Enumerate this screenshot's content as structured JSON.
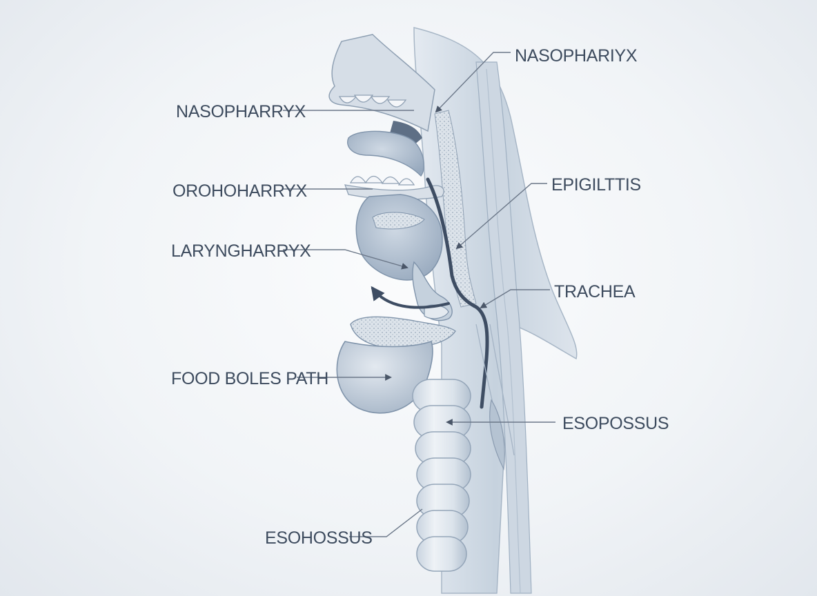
{
  "labels": {
    "nasophariyx": "NASOPHARIYX",
    "nasopharryx": "NASOPHARRYX",
    "epigilttis": "EPIGILTTIS",
    "orohoharryx": "OROHOHARRYX",
    "laryngharryx": "LARYNGHARRYX",
    "trachea": "TRACHEA",
    "food_boles_path": "FOOD BOLES PATH",
    "esopossus": "ESOPOSSUS",
    "esohossus": "ESOHOSSUS"
  },
  "colors": {
    "tissue_light": "#dfe6ee",
    "tissue_mid": "#b9c7d6",
    "tissue_dark": "#7f93aa",
    "outline": "#8b9cb0",
    "path_line": "#3e4d63",
    "label_text": "#3d4b5e"
  }
}
